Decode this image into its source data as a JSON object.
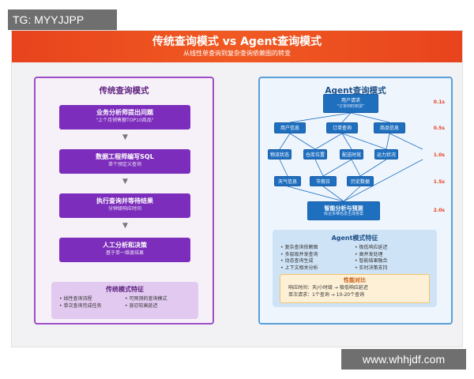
{
  "overlay": {
    "tg_label": "TG: MYYJJPP",
    "watermark": "www.whhjdf.com"
  },
  "header": {
    "title": "传统查询模式 vs Agent查询模式",
    "subtitle": "从线性单查询到复杂查询依赖图的转变"
  },
  "traditional": {
    "title": "传统查询模式",
    "steps": [
      {
        "title": "业务分析师提出问题",
        "sub": "\"上个月销售额TOP10商品\""
      },
      {
        "title": "数据工程师编写SQL",
        "sub": "单个预定义查询"
      },
      {
        "title": "执行查询并等待结果",
        "sub": "分钟级响应时间"
      },
      {
        "title": "人工分析和决策",
        "sub": "基于单一维度结果"
      }
    ],
    "features_title": "传统模式特征",
    "features": [
      "• 线性查询流程",
      "• 可预测的查询模式",
      "• 单次查询完成任务",
      "• 容忍较高延迟"
    ]
  },
  "agent": {
    "title": "Agent查询模式",
    "top": {
      "title": "用户请求",
      "sub": "\"订单何时到货\""
    },
    "level2": [
      "用户信息",
      "订单查询",
      "商品信息"
    ],
    "level3": [
      "物流状态",
      "仓库位置",
      "配送时效",
      "运力状况"
    ],
    "level4": [
      "天气信息",
      "节假日",
      "历史数据"
    ],
    "bottom": {
      "title": "智能分析与预测",
      "sub": "综合多维信息生成答案"
    },
    "timings": [
      "0.1s",
      "0.5s",
      "1.0s",
      "1.5s",
      "2.0s"
    ],
    "features_title": "Agent模式特征",
    "features": [
      "• 复杂查询依赖图",
      "• 极低响应延迟",
      "• 多层级并发查询",
      "• 高并发处理",
      "• 动态查询生成",
      "• 智能结果融合",
      "• 上下文相关分析",
      "• 实时决策支持"
    ],
    "compare_title": "性能对比",
    "compare": [
      "响应时间：天/小时级 → 极低响应延迟",
      "单次请求：1个查询 → 10-20个查询"
    ]
  },
  "colors": {
    "banner": "#e8431d",
    "traditional_accent": "#7c2dbb",
    "agent_accent": "#1f6fbf",
    "timing": "#e8431d"
  }
}
